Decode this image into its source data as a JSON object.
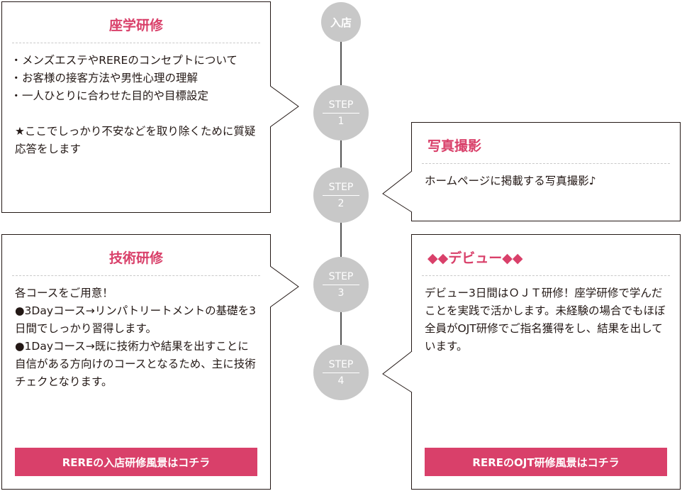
{
  "timeline": {
    "start_label": "入店",
    "steps": [
      {
        "word": "STEP",
        "num": "1"
      },
      {
        "word": "STEP",
        "num": "2"
      },
      {
        "word": "STEP",
        "num": "3"
      },
      {
        "word": "STEP",
        "num": "4"
      }
    ]
  },
  "classroom": {
    "title": "座学研修",
    "items": [
      "メンズエステやREREのコンセプトについて",
      "お客様の接客方法や男性心理の理解",
      "一人ひとりに合わせた目的や目標設定"
    ],
    "note": "★ここでしっかり不安などを取り除くために質疑応答をします"
  },
  "photo": {
    "title": "写真撮影",
    "body": "ホームページに掲載する写真撮影♪"
  },
  "technique": {
    "title": "技術研修",
    "body": "各コースをご用意！\n●3Dayコース→リンパトリートメントの基礎を3日間でしっかり習得します。\n●1Dayコース→既に技術力や結果を出すことに自信がある方向けのコースとなるため、主に技術チェクとなります。",
    "cta": "REREの入店研修風景はコチラ"
  },
  "debut": {
    "title": "◆◆デビュー◆◆",
    "body": "デビュー3日間はＯＪＴ研修！座学研修で学んだことを実践で活かします。未経験の場合でもほぼ全員がOJT研修でご指名獲得をし、結果を出しています。",
    "cta": "REREのOJT研修風景はコチラ"
  },
  "colors": {
    "accent": "#d9406a",
    "node": "#c8c8c8",
    "line": "#555555"
  }
}
